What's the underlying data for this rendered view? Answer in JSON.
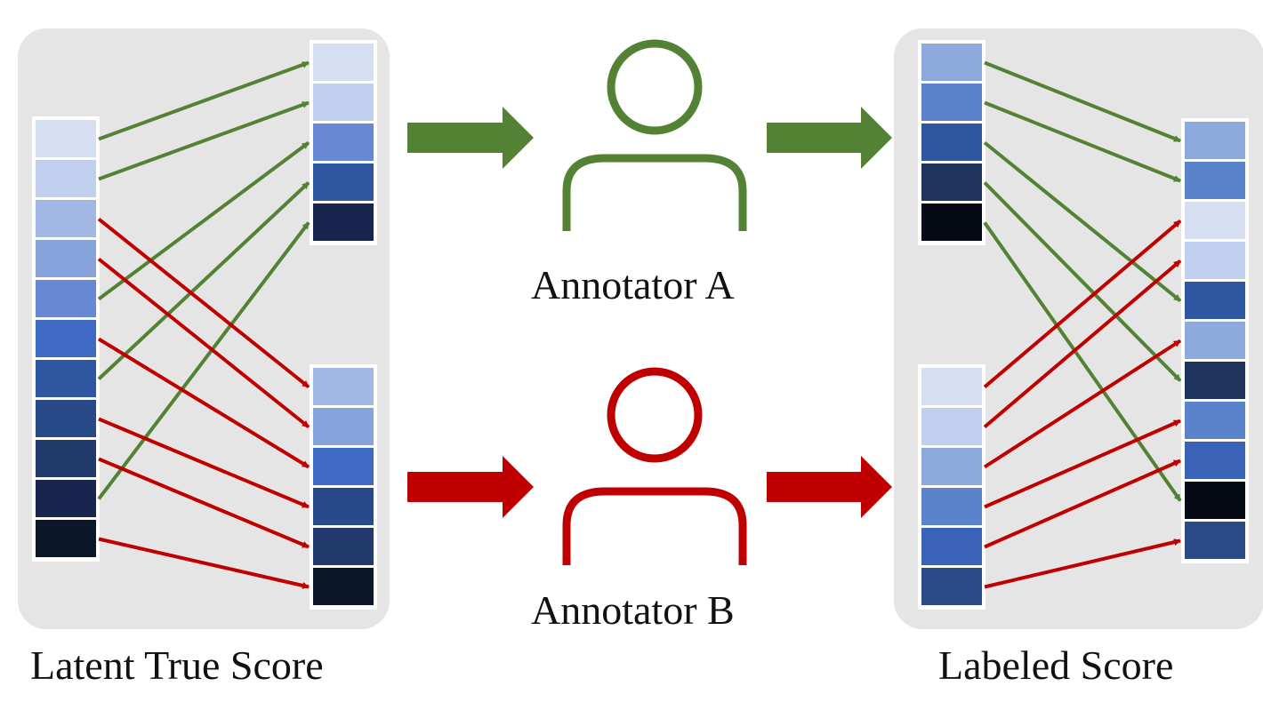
{
  "labels": {
    "latent_true_score": "Latent True Score",
    "labeled_score": "Labeled Score",
    "annotator_a": "Annotator A",
    "annotator_b": "Annotator B"
  },
  "colors": {
    "panel_background": "#e5e5e5",
    "annotator_a": "#548235",
    "annotator_b": "#c00000",
    "cell_border": "#ffffff"
  },
  "legend_note": "",
  "columns": {
    "latent": [
      "#d6dff2",
      "#c0cfed",
      "#a2b8e4",
      "#87a3dc",
      "#6788d3",
      "#3f6ac4",
      "#2f56a1",
      "#284a89",
      "#213a6b",
      "#18264d",
      "#0b1629"
    ],
    "annotator_a_input": [
      "#d6dff2",
      "#c0cfed",
      "#6788d3",
      "#2f56a1",
      "#18264d"
    ],
    "annotator_b_input": [
      "#a2b8e4",
      "#87a3dc",
      "#3f6ac4",
      "#284a89",
      "#213a6b",
      "#0b1629"
    ],
    "annotator_a_output": [
      "#8ea9dc",
      "#5b83cc",
      "#2f56a1",
      "#1f355e",
      "#060a14"
    ],
    "annotator_b_output": [
      "#d6dff2",
      "#c0cfed",
      "#8ea9dc",
      "#5b83cc",
      "#3a63b8",
      "#2b4a86"
    ],
    "labeled": [
      "#8ea9dc",
      "#5b83cc",
      "#d6dff2",
      "#c0cfed",
      "#2f56a1",
      "#8ea9dc",
      "#1f355e",
      "#5b83cc",
      "#3a63b8",
      "#060a14",
      "#2b4a86"
    ]
  },
  "mappings": {
    "latent_to_a": [
      [
        0,
        0
      ],
      [
        1,
        1
      ],
      [
        4,
        2
      ],
      [
        6,
        3
      ],
      [
        9,
        4
      ]
    ],
    "latent_to_b": [
      [
        2,
        0
      ],
      [
        3,
        1
      ],
      [
        5,
        2
      ],
      [
        7,
        3
      ],
      [
        8,
        4
      ],
      [
        10,
        5
      ]
    ],
    "a_to_labeled": [
      [
        0,
        0
      ],
      [
        1,
        1
      ],
      [
        2,
        4
      ],
      [
        3,
        6
      ],
      [
        4,
        9
      ]
    ],
    "b_to_labeled": [
      [
        0,
        2
      ],
      [
        1,
        3
      ],
      [
        2,
        5
      ],
      [
        3,
        7
      ],
      [
        4,
        8
      ],
      [
        5,
        10
      ]
    ]
  }
}
